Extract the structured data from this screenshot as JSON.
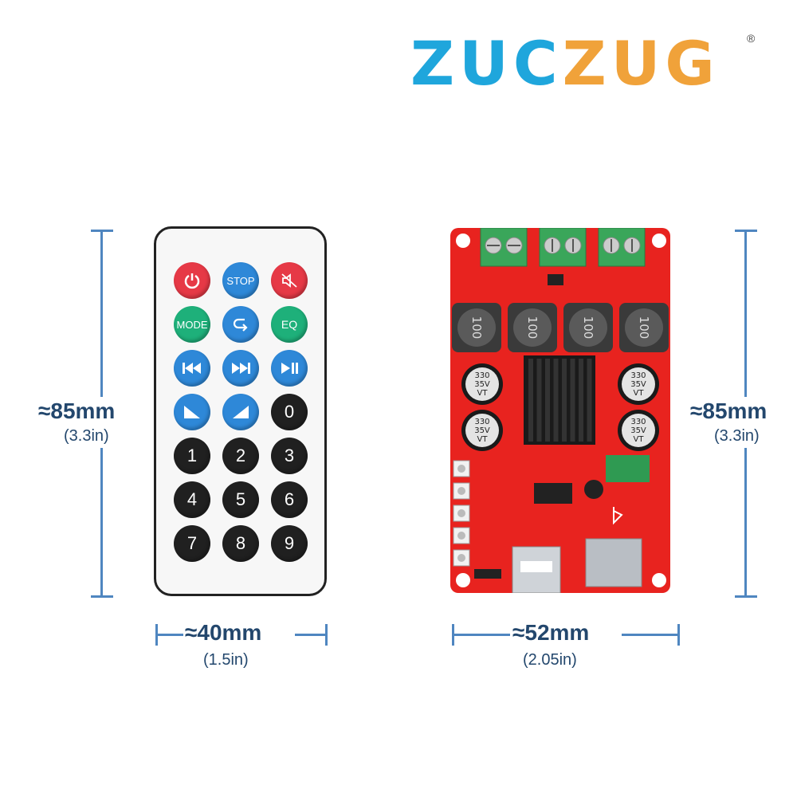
{
  "brand": {
    "logo_text_part1": "ZUC",
    "logo_text_part2": "ZUG",
    "registered": "®"
  },
  "remote": {
    "buttons": [
      {
        "label": "",
        "color": "#e63946",
        "icon": "power-icon"
      },
      {
        "label": "STOP",
        "color": "#2e88d8"
      },
      {
        "label": "",
        "color": "#e63946",
        "icon": "mute-icon"
      },
      {
        "label": "MODE",
        "color": "#1eb07a"
      },
      {
        "label": "",
        "color": "#2e88d8",
        "icon": "return-icon"
      },
      {
        "label": "EQ",
        "color": "#1eb07a"
      },
      {
        "label": "",
        "color": "#2e88d8",
        "icon": "previous-icon"
      },
      {
        "label": "",
        "color": "#2e88d8",
        "icon": "next-icon"
      },
      {
        "label": "",
        "color": "#2e88d8",
        "icon": "play-pause-icon"
      },
      {
        "label": "",
        "color": "#2e88d8",
        "icon": "volume-down-icon"
      },
      {
        "label": "",
        "color": "#2e88d8",
        "icon": "volume-up-icon"
      },
      {
        "label": "0",
        "color": "#202020"
      },
      {
        "label": "1",
        "color": "#202020"
      },
      {
        "label": "2",
        "color": "#202020"
      },
      {
        "label": "3",
        "color": "#202020"
      },
      {
        "label": "4",
        "color": "#202020"
      },
      {
        "label": "5",
        "color": "#202020"
      },
      {
        "label": "6",
        "color": "#202020"
      },
      {
        "label": "7",
        "color": "#202020"
      },
      {
        "label": "8",
        "color": "#202020"
      },
      {
        "label": "9",
        "color": "#202020"
      }
    ]
  },
  "dimensions": {
    "left_height": "≈85mm",
    "left_height_sub": "(3.3in)",
    "remote_width": "≈40mm",
    "remote_width_sub": "(1.5in)",
    "board_width": "≈52mm",
    "board_width_sub": "(2.05in)",
    "right_height": "≈85mm",
    "right_height_sub": "(3.3in)"
  },
  "board": {
    "inductor_label": "100",
    "capacitor_label_line1": "330",
    "capacitor_label_line2": "35V",
    "capacitor_label_line3": "VT"
  },
  "colors": {
    "brand_blue": "#1fa6dc",
    "brand_orange": "#f0a23a",
    "pcb_red": "#e8231f",
    "dimension_blue": "#4f86c0"
  }
}
